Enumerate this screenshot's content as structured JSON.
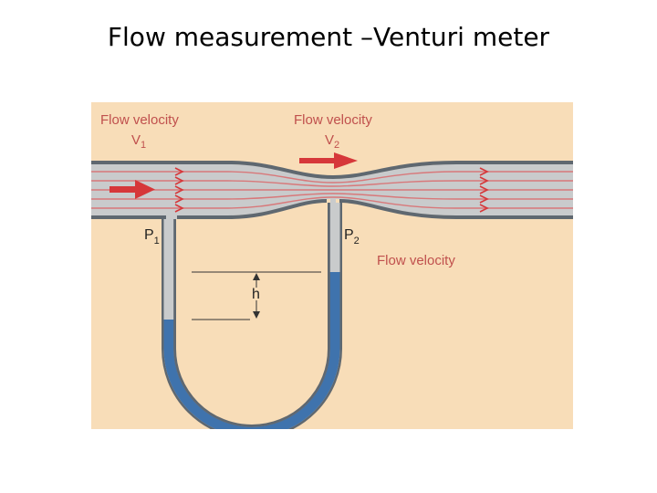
{
  "slide": {
    "title": "Flow measurement –Venturi meter"
  },
  "figure": {
    "labels": {
      "flow_velocity_1": "Flow velocity",
      "v1_symbol": "V",
      "v1_sub": "1",
      "flow_velocity_2": "Flow velocity",
      "v2_symbol": "V",
      "v2_sub": "2",
      "flow_velocity_3": "Flow velocity",
      "p1_symbol": "P",
      "p1_sub": "1",
      "p2_symbol": "P",
      "p2_sub": "2",
      "h_label": "h"
    },
    "colors": {
      "background": "#f8ddb8",
      "pipe_wall": "#5f6870",
      "pipe_fill": "#c9cbcc",
      "streamline": "#d8787a",
      "arrow": "#d6373a",
      "manometer_liquid": "#3f73ad",
      "label_red": "#c0504d"
    }
  }
}
